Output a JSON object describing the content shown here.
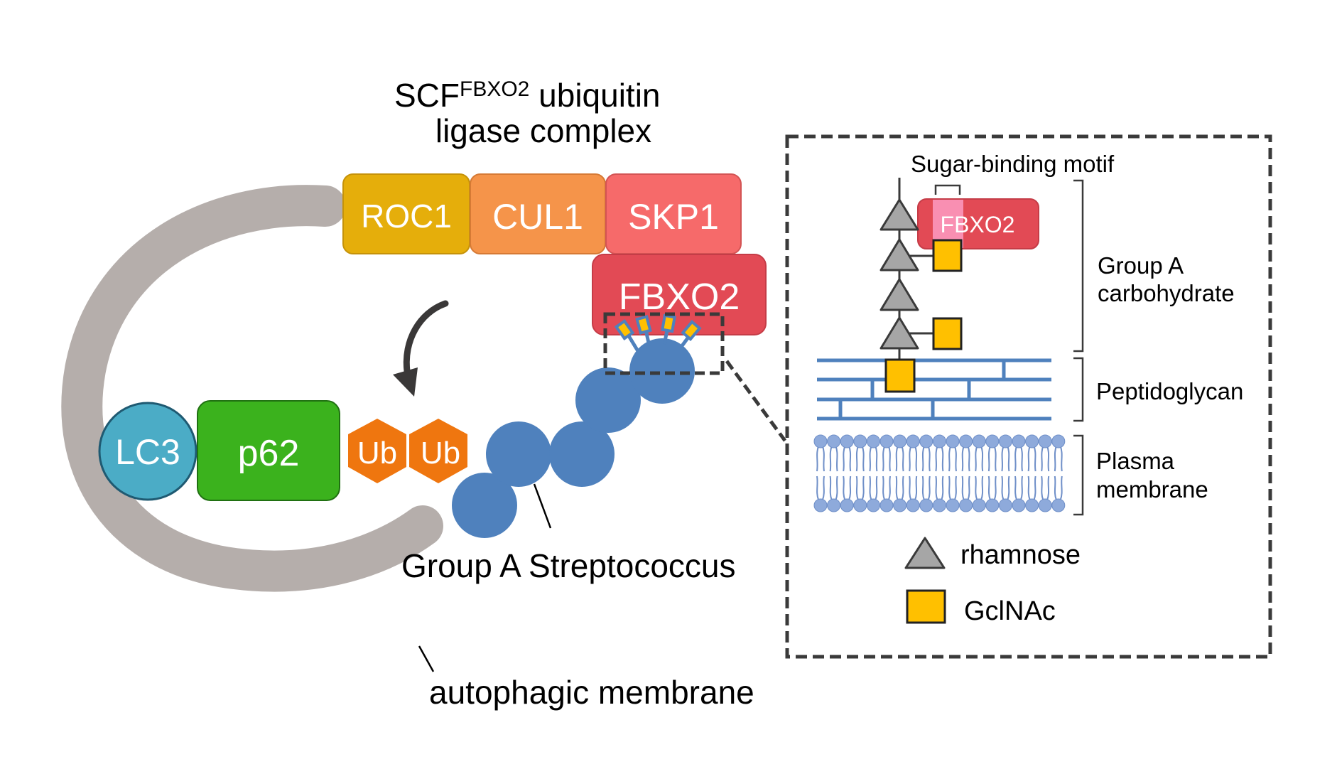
{
  "title": {
    "prefix": "SCF",
    "superscript": "FBXO2",
    "line1_suffix": " ubiquitin",
    "line2": "ligase complex"
  },
  "complex": {
    "roc1": "ROC1",
    "cul1": "CUL1",
    "skp1": "SKP1",
    "fbxo2": "FBXO2"
  },
  "adaptors": {
    "lc3": "LC3",
    "p62": "p62",
    "ub1": "Ub",
    "ub2": "Ub"
  },
  "labels": {
    "bacterium": "Group A Streptococcus",
    "membrane": "autophagic membrane"
  },
  "inset": {
    "motif_label": "Sugar-binding motif",
    "fbxo2": "FBXO2",
    "layers": [
      {
        "line1": "Group A",
        "line2": "carbohydrate"
      },
      {
        "line1": "Peptidoglycan"
      },
      {
        "line1": "Plasma",
        "line2": "membrane"
      }
    ],
    "legend": [
      {
        "symbol": "triangle",
        "label": "rhamnose"
      },
      {
        "symbol": "square",
        "label": "GclNAc"
      }
    ]
  },
  "colors": {
    "membrane": "#b5aeab",
    "roc1": "#e5ae0b",
    "cul1": "#f5944a",
    "skp1": "#f66a6a",
    "fbxo2": "#e24a55",
    "motif_highlight": "#f98fb2",
    "lc3": "#4bacc6",
    "p62": "#3bb21d",
    "ub": "#ef760f",
    "bacterium": "#4f81bd",
    "rhamnose": "#a6a6a6",
    "gclnac": "#ffc000",
    "lipid": "#8eaadb",
    "arrow": "#3a3838",
    "dash": "#3a3a3a"
  }
}
